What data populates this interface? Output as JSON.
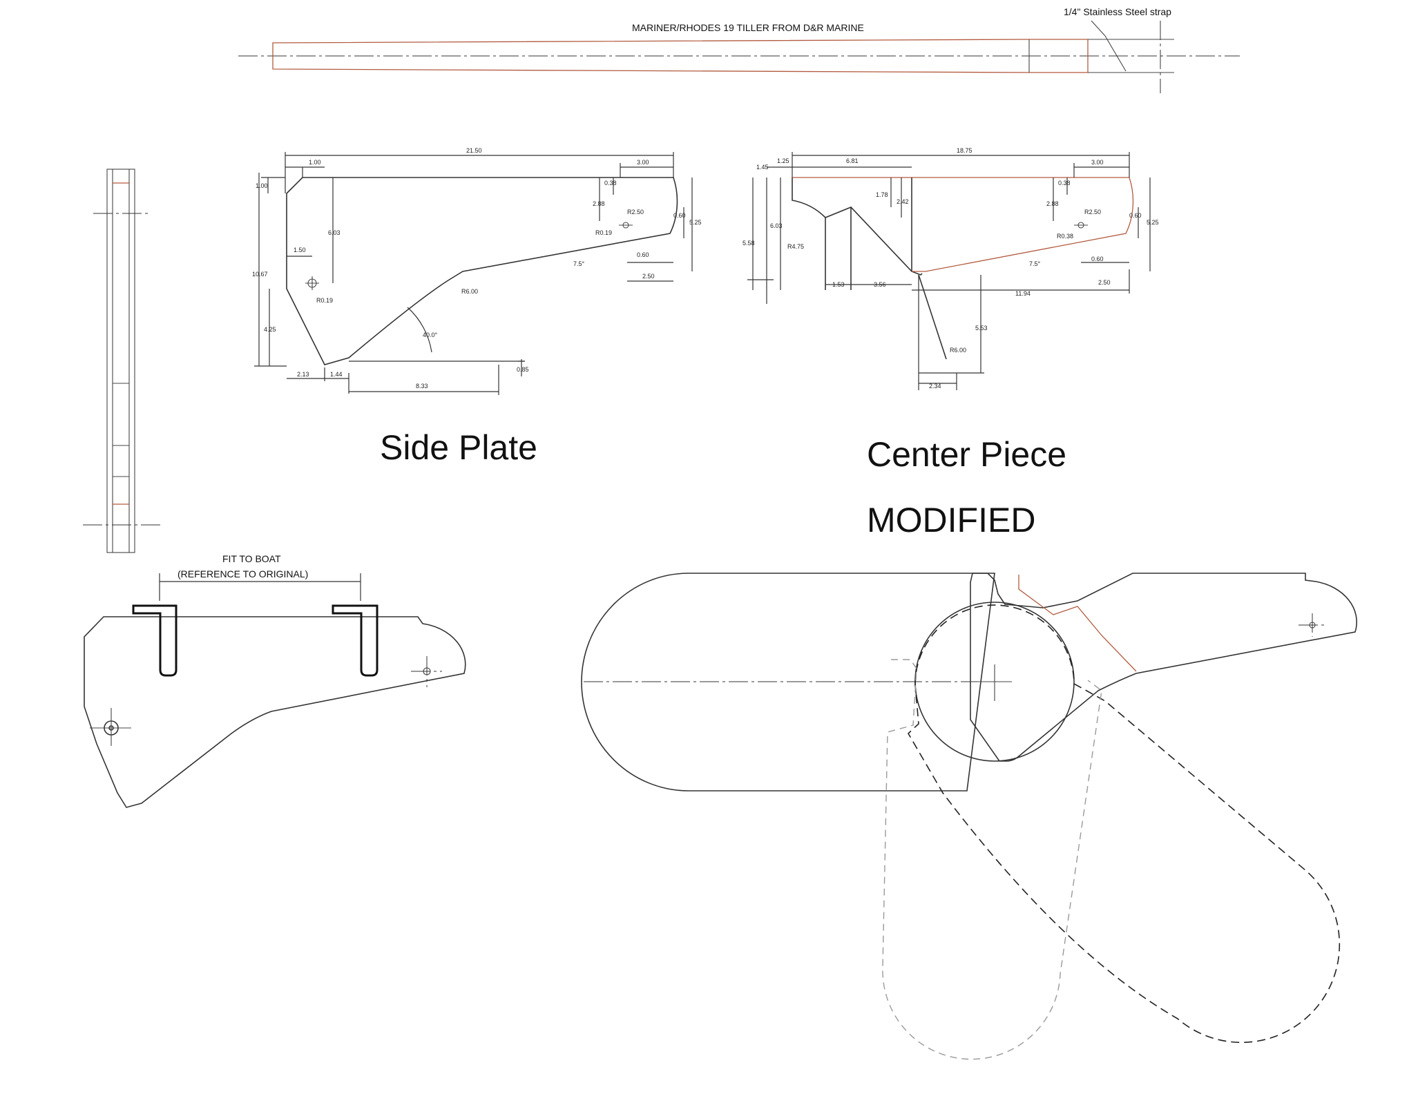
{
  "header": {
    "tiller_title": "MARINER/RHODES 19 TILLER FROM D&R MARINE",
    "strap_note": "1/4\" Stainless Steel strap"
  },
  "titles": {
    "side_plate": "Side Plate",
    "center_piece": "Center Piece",
    "modified": "MODIFIED"
  },
  "fit_note": {
    "line1": "FIT TO BOAT",
    "line2": "(REFERENCE TO ORIGINAL)"
  },
  "side_plate_dims": {
    "overall": "21.50",
    "top_left": "1.00",
    "top_right": "3.00",
    "left_top": "1.00",
    "vert_603": "6.03",
    "hole_x": "1.50",
    "radius_hole": "R0.19",
    "height": "10.67",
    "left_425": "4.25",
    "bottom_213": "2.13",
    "bottom_144": "1.44",
    "bottom_833": "8.33",
    "right_085": "0.85",
    "angle_40": "40.0°",
    "radius_6": "R6.00",
    "angle_75": "7.5°",
    "right_288": "2.88",
    "right_038": "0.38",
    "radius_250": "R2.50",
    "radius_019": "R0.19",
    "right_060a": "0.60",
    "right_525": "5.25",
    "right_060b": "0.60",
    "right_250": "2.50"
  },
  "center_piece_dims": {
    "overall": "18.75",
    "top_125": "1.25",
    "top_681": "6.81",
    "top_300": "3.00",
    "left_145": "1.45",
    "left_603": "6.03",
    "left_558": "5.58",
    "radius_475": "R4.75",
    "mid_178": "1.78",
    "mid_242": "2.42",
    "bottom_153": "1.53",
    "bottom_356": "3.56",
    "bottom_1194": "11.94",
    "vert_553": "5.53",
    "radius_6": "R6.00",
    "bottom_234": "2.34",
    "angle_75": "7.5°",
    "right_288": "2.88",
    "right_038": "0.38",
    "radius_250": "R2.50",
    "radius_038": "R0.38",
    "right_060a": "0.60",
    "right_525": "5.25",
    "right_060b": "0.60",
    "right_250": "2.50"
  }
}
